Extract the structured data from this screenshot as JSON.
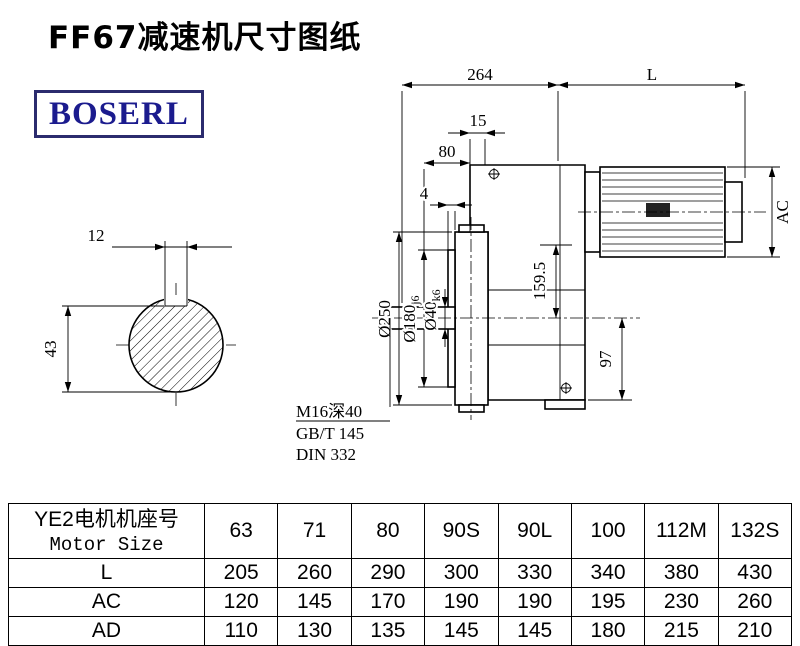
{
  "page": {
    "title": "FF67减速机尺寸图纸",
    "brand": "BOSERL"
  },
  "drawing": {
    "dims": {
      "top_width": "264",
      "motor_length": "L",
      "front_offset": "15",
      "hub_depth": "80",
      "gap": "4",
      "key_width": "12",
      "shaft_flat": "43",
      "motor_ac": "AC",
      "axis_height": "159.5",
      "bottom_height": "97",
      "flange_dia": "Ø250",
      "spigot_dia": "Ø180",
      "spigot_tol": "j6",
      "shaft_dia": "Ø40",
      "shaft_tol": "k6"
    },
    "notes": {
      "tap": "M16深40",
      "std1": "GB/T 145",
      "std2": "DIN 332"
    }
  },
  "table": {
    "header_cn": "YE2电机机座号",
    "header_en": "Motor Size",
    "sizes": [
      "63",
      "71",
      "80",
      "90S",
      "90L",
      "100",
      "112M",
      "132S"
    ],
    "rows": [
      {
        "label": "L",
        "values": [
          "205",
          "260",
          "290",
          "300",
          "330",
          "340",
          "380",
          "430"
        ]
      },
      {
        "label": "AC",
        "values": [
          "120",
          "145",
          "170",
          "190",
          "190",
          "195",
          "230",
          "260"
        ]
      },
      {
        "label": "AD",
        "values": [
          "110",
          "130",
          "135",
          "145",
          "145",
          "180",
          "215",
          "210"
        ]
      }
    ]
  }
}
